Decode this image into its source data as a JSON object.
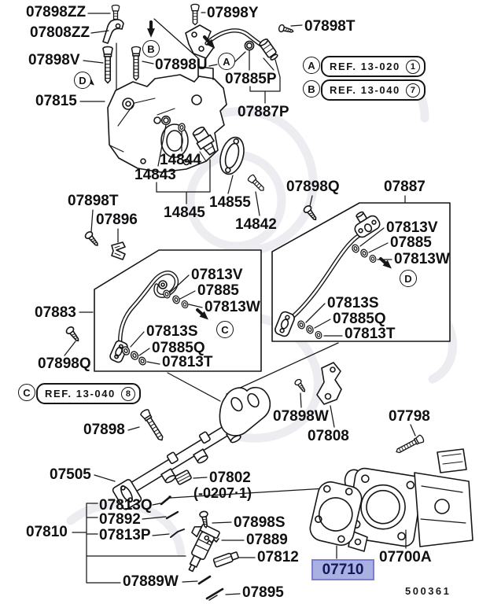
{
  "parts": {
    "p07898zz": "07898ZZ",
    "p07808zz": "07808ZZ",
    "p07898y": "07898Y",
    "p07898t": "07898T",
    "p07898v": "07898V",
    "p07898u": "07898U",
    "p07815": "07815",
    "p07885p": "07885P",
    "p07887p": "07887P",
    "p14844": "14844",
    "p14843": "14843",
    "p14845": "14845",
    "p14855": "14855",
    "p14842": "14842",
    "p07898q": "07898Q",
    "p07887": "07887",
    "p07813v": "07813V",
    "p07885": "07885",
    "p07813w": "07813W",
    "p07813s": "07813S",
    "p07885q": "07885Q",
    "p07813t": "07813T",
    "p07896": "07896",
    "p07883": "07883",
    "p07898": "07898",
    "p07898w": "07898W",
    "p07808": "07808",
    "p07798": "07798",
    "p07505": "07505",
    "p07802": "07802",
    "p07802_range": "(-0207·1)",
    "p07810": "07810",
    "p07813q": "07813Q",
    "p07892": "07892",
    "p07813p": "07813P",
    "p07889w": "07889W",
    "p07898s": "07898S",
    "p07889": "07889",
    "p07812": "07812",
    "p07895": "07895",
    "p07710": "07710",
    "p07700a": "07700A"
  },
  "callouts": {
    "a": "A",
    "b": "B",
    "c": "C",
    "d": "D"
  },
  "refs": {
    "a": {
      "letter": "A",
      "text": "REF. 13-020",
      "num": "1"
    },
    "b": {
      "letter": "B",
      "text": "REF. 13-040",
      "num": "7"
    },
    "c": {
      "letter": "C",
      "text": "REF. 13-040",
      "num": "8"
    }
  },
  "selection": {
    "selected_part": "07710",
    "highlight_bg": "#a9b1e3",
    "highlight_border": "#7a80cf"
  },
  "footer": {
    "drawing_number": "500361"
  }
}
